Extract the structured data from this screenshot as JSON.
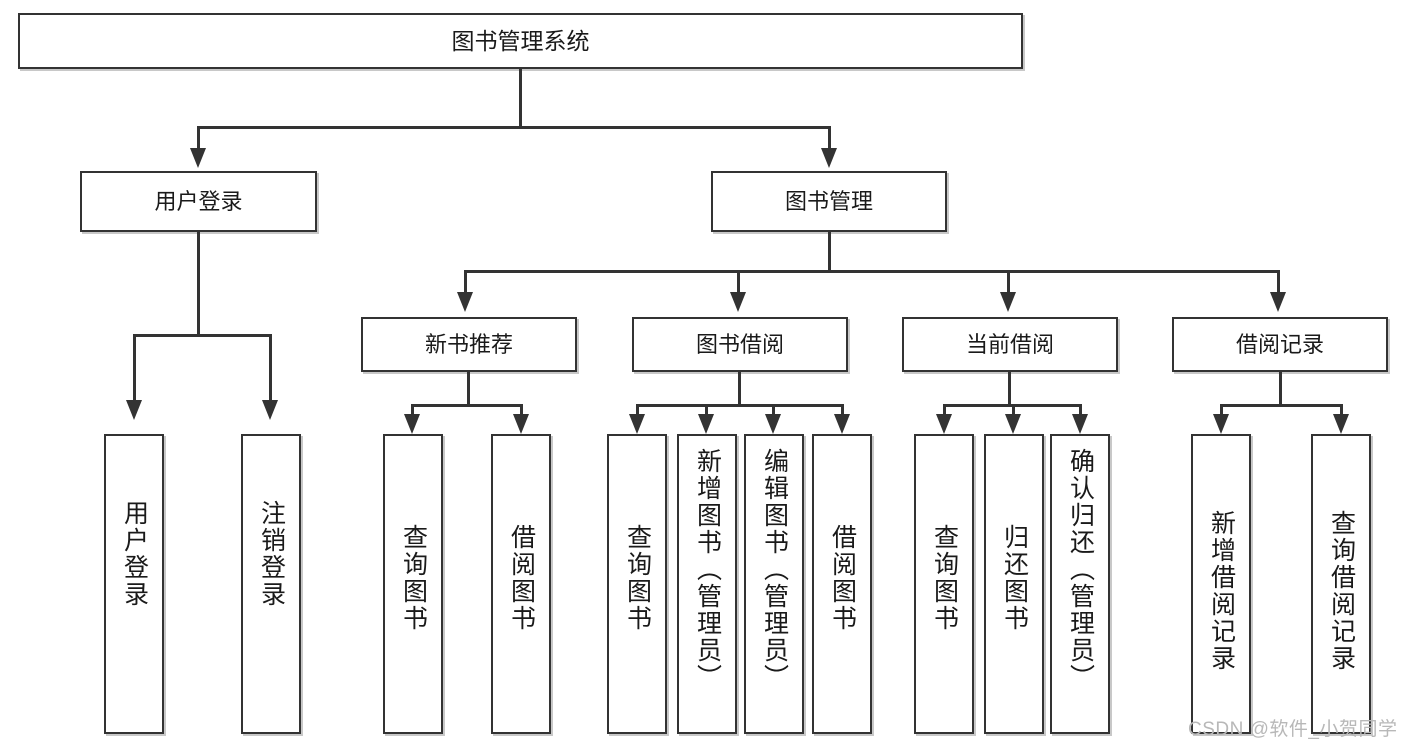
{
  "diagram": {
    "title": "图书管理系统",
    "type": "hierarchy-tree",
    "root": {
      "label": "图书管理系统"
    },
    "tier2": [
      {
        "label": "用户登录"
      },
      {
        "label": "图书管理"
      }
    ],
    "tier3": [
      {
        "label": "新书推荐"
      },
      {
        "label": "图书借阅"
      },
      {
        "label": "当前借阅"
      },
      {
        "label": "借阅记录"
      }
    ],
    "leaves": {
      "user_login": [
        {
          "label": "用户登录"
        },
        {
          "label": "注销登录"
        }
      ],
      "new_book_recommend": [
        {
          "label": "查询图书"
        },
        {
          "label": "借阅图书"
        }
      ],
      "book_borrow": [
        {
          "label": "查询图书"
        },
        {
          "label": "新增图书（管理员）"
        },
        {
          "label": "编辑图书（管理员）"
        },
        {
          "label": "借阅图书"
        }
      ],
      "current_borrow": [
        {
          "label": "查询图书"
        },
        {
          "label": "归还图书"
        },
        {
          "label": "确认归还（管理员）"
        }
      ],
      "borrow_records": [
        {
          "label": "新增借阅记录"
        },
        {
          "label": "查询借阅记录"
        }
      ]
    }
  },
  "watermark": {
    "text": "CSDN @软件_小贺同学"
  },
  "colors": {
    "border": "#333333",
    "background": "#ffffff",
    "text": "#1a1a1a",
    "watermark": "#b8b8b8"
  }
}
